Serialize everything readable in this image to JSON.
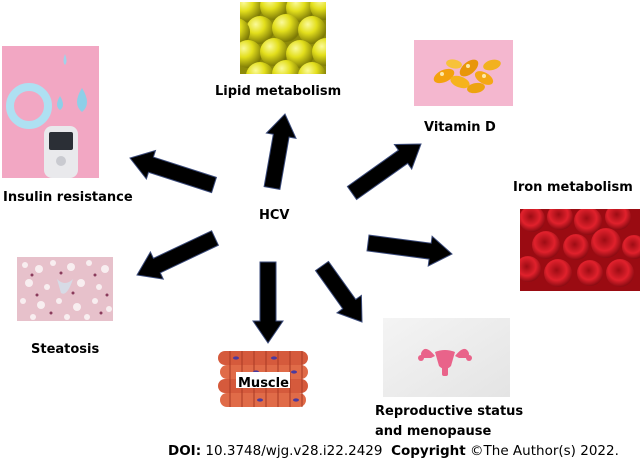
{
  "diagram": {
    "center_label": "HCV",
    "nodes": [
      {
        "id": "lipid",
        "label": "Lipid metabolism",
        "picture": "yellow-spheres-picture"
      },
      {
        "id": "vitamin_d",
        "label": "Vitamin D",
        "picture": "vitamin-capsules-picture"
      },
      {
        "id": "iron",
        "label": "Iron metabolism",
        "picture": "red-blood-cells-picture"
      },
      {
        "id": "reproductive",
        "label_line1": "Reproductive status",
        "label_line2": "and menopause",
        "picture": "uterus-picture"
      },
      {
        "id": "muscle",
        "label": "Muscle",
        "picture": "muscle-fibers-picture"
      },
      {
        "id": "steatosis",
        "label": "Steatosis",
        "picture": "liver-histology-picture"
      },
      {
        "id": "insulin",
        "label": "Insulin resistance",
        "picture": "glucometer-picture"
      }
    ]
  },
  "footer": {
    "doi_label": "DOI:",
    "doi_value": "10.3748/wjg.v28.i22.2429",
    "copyright_label": "Copyright",
    "copyright_value": "©The Author(s) 2022."
  },
  "colors": {
    "arrow_fill": "#000000",
    "arrow_stroke": "#3a4a7a",
    "blood_red": "#c0121c",
    "sphere_yellow": "#e6e21a",
    "pink_bg": "#f3a9c4",
    "uterus_pink": "#e9638a"
  }
}
